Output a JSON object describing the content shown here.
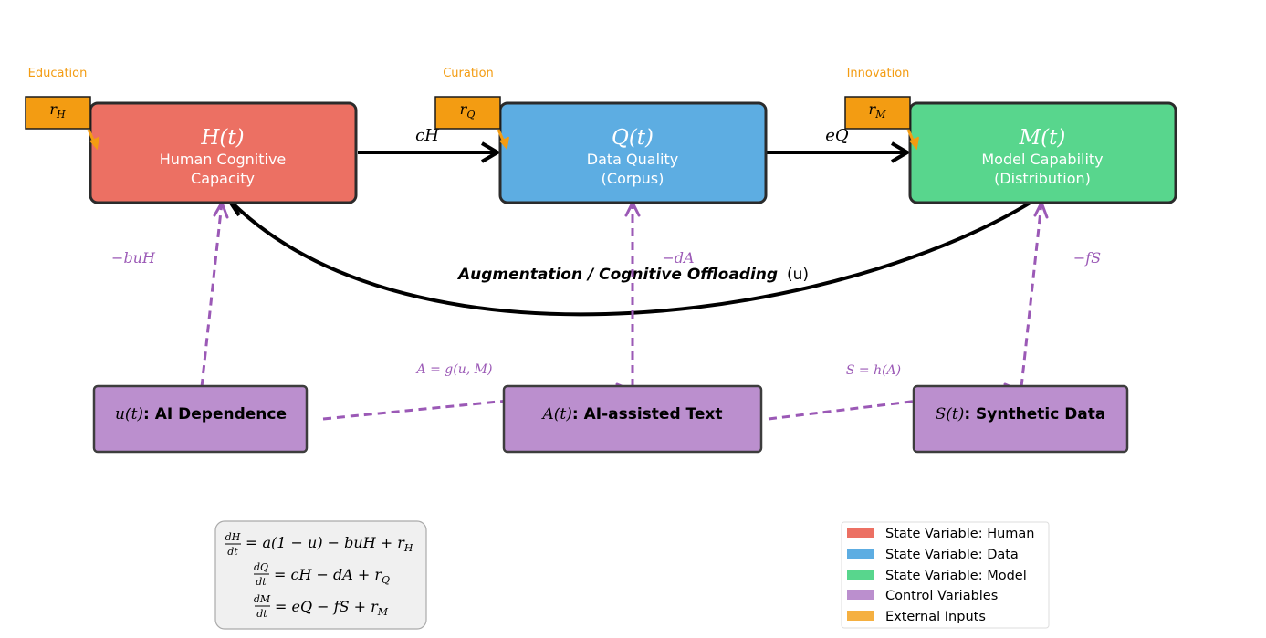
{
  "colors": {
    "human": "#ec7063",
    "data": "#5dade2",
    "model": "#58d68d",
    "control": "#bb8fce",
    "external": "#f39c12",
    "loss": "#9b59b6",
    "border": "#2b2b2b"
  },
  "state_nodes": {
    "human": {
      "symbol": "H(t)",
      "line1": "Human Cognitive",
      "line2": "Capacity"
    },
    "data": {
      "symbol": "Q(t)",
      "line1": "Data Quality",
      "line2": "(Corpus)"
    },
    "model": {
      "symbol": "M(t)",
      "line1": "Model Capability",
      "line2": "(Distribution)"
    }
  },
  "external_inputs": {
    "human": {
      "category": "Education",
      "symbol": "r_H",
      "sym": "r",
      "sub": "H"
    },
    "data": {
      "category": "Curation",
      "symbol": "r_Q",
      "sym": "r",
      "sub": "Q"
    },
    "model": {
      "category": "Innovation",
      "symbol": "r_M",
      "sym": "r",
      "sub": "M"
    }
  },
  "control_nodes": {
    "u": {
      "symbol": "u(t)",
      "label": ": AI Dependence"
    },
    "a": {
      "symbol": "A(t)",
      "label": ": AI-assisted Text"
    },
    "s": {
      "symbol": "S(t)",
      "label": ": Synthetic Data"
    }
  },
  "edge_labels": {
    "h_to_q": "cH",
    "q_to_m": "eQ",
    "loss_h": "−buH",
    "loss_q": "−dA",
    "loss_m": "−fS",
    "a_def": "A = g(u, M)",
    "s_def": "S = h(A)"
  },
  "feedback_arc": {
    "label": "Augmentation / Cognitive Offloading",
    "suffix": "(u)"
  },
  "equations": [
    {
      "lhs_num": "dH",
      "lhs_den": "dt",
      "rhs": "= a(1 − u) − buH + r",
      "sub": "H"
    },
    {
      "lhs_num": "dQ",
      "lhs_den": "dt",
      "rhs": "= cH − dA + r",
      "sub": "Q"
    },
    {
      "lhs_num": "dM",
      "lhs_den": "dt",
      "rhs": "= eQ − fS + r",
      "sub": "M"
    }
  ],
  "legend": [
    {
      "label": "State Variable: Human",
      "color": "#ec7063"
    },
    {
      "label": "State Variable: Data",
      "color": "#5dade2"
    },
    {
      "label": "State Variable: Model",
      "color": "#58d68d"
    },
    {
      "label": "Control Variables",
      "color": "#bb8fce"
    },
    {
      "label": "External Inputs",
      "color": "#f5b041"
    }
  ]
}
